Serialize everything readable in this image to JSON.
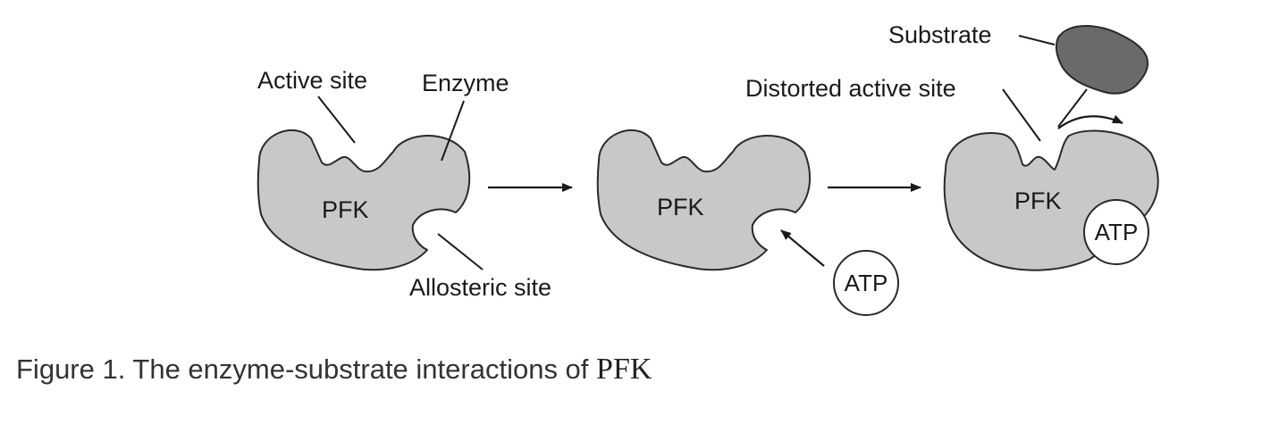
{
  "labels": {
    "active_site": "Active site",
    "enzyme": "Enzyme",
    "allosteric_site": "Allosteric site",
    "distorted_active_site": "Distorted active site",
    "substrate": "Substrate"
  },
  "enzyme_name": "PFK",
  "effector": "ATP",
  "caption": {
    "text": "Figure 1. The enzyme-substrate interactions of",
    "term": "PFK"
  },
  "colors": {
    "enzyme_fill": "#c8c8c8",
    "substrate_fill": "#6a6a6a",
    "outline": "#2a2a2a"
  }
}
